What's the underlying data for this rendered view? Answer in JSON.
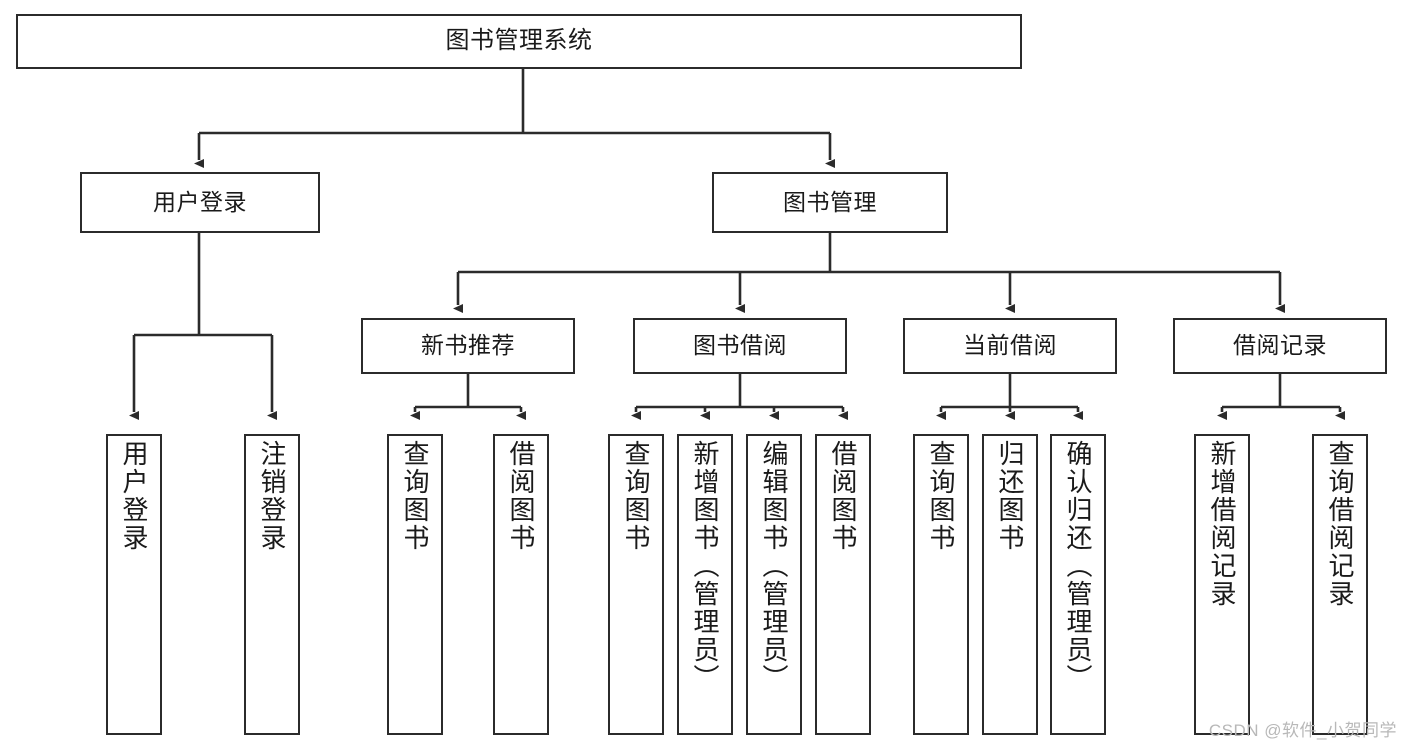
{
  "diagram": {
    "title": "图书管理系统",
    "type": "功能结构图",
    "line_color": "#2b2b2b",
    "box_fill": "#ffffff",
    "text_color": "#1a1a1a"
  },
  "nodes": {
    "root": {
      "label": "图书管理系统"
    },
    "level2": [
      {
        "id": "user-login",
        "label": "用户登录"
      },
      {
        "id": "book-manage",
        "label": "图书管理"
      }
    ],
    "level3": [
      {
        "id": "new-book-recommend",
        "label": "新书推荐"
      },
      {
        "id": "book-borrow",
        "label": "图书借阅"
      },
      {
        "id": "current-borrow",
        "label": "当前借阅"
      },
      {
        "id": "borrow-record",
        "label": "借阅记录"
      }
    ],
    "leaves": [
      {
        "id": "leaf-user-login",
        "label": "用户登录",
        "parent": "user-login"
      },
      {
        "id": "leaf-logout",
        "label": "注销登录",
        "parent": "user-login"
      },
      {
        "id": "leaf-query-book-1",
        "label": "查询图书",
        "parent": "new-book-recommend"
      },
      {
        "id": "leaf-borrow-book-1",
        "label": "借阅图书",
        "parent": "new-book-recommend"
      },
      {
        "id": "leaf-query-book-2",
        "label": "查询图书",
        "parent": "book-borrow"
      },
      {
        "id": "leaf-add-book",
        "label": "新增图书（管理员）",
        "parent": "book-borrow"
      },
      {
        "id": "leaf-edit-book",
        "label": "编辑图书（管理员）",
        "parent": "book-borrow"
      },
      {
        "id": "leaf-borrow-book-2",
        "label": "借阅图书",
        "parent": "book-borrow"
      },
      {
        "id": "leaf-query-book-3",
        "label": "查询图书",
        "parent": "current-borrow"
      },
      {
        "id": "leaf-return-book",
        "label": "归还图书",
        "parent": "current-borrow"
      },
      {
        "id": "leaf-confirm-return",
        "label": "确认归还（管理员）",
        "parent": "current-borrow"
      },
      {
        "id": "leaf-add-record",
        "label": "新增借阅记录",
        "parent": "borrow-record"
      },
      {
        "id": "leaf-query-record",
        "label": "查询借阅记录",
        "parent": "borrow-record"
      }
    ]
  },
  "watermark": {
    "text": "CSDN @软件_小贺同学"
  }
}
